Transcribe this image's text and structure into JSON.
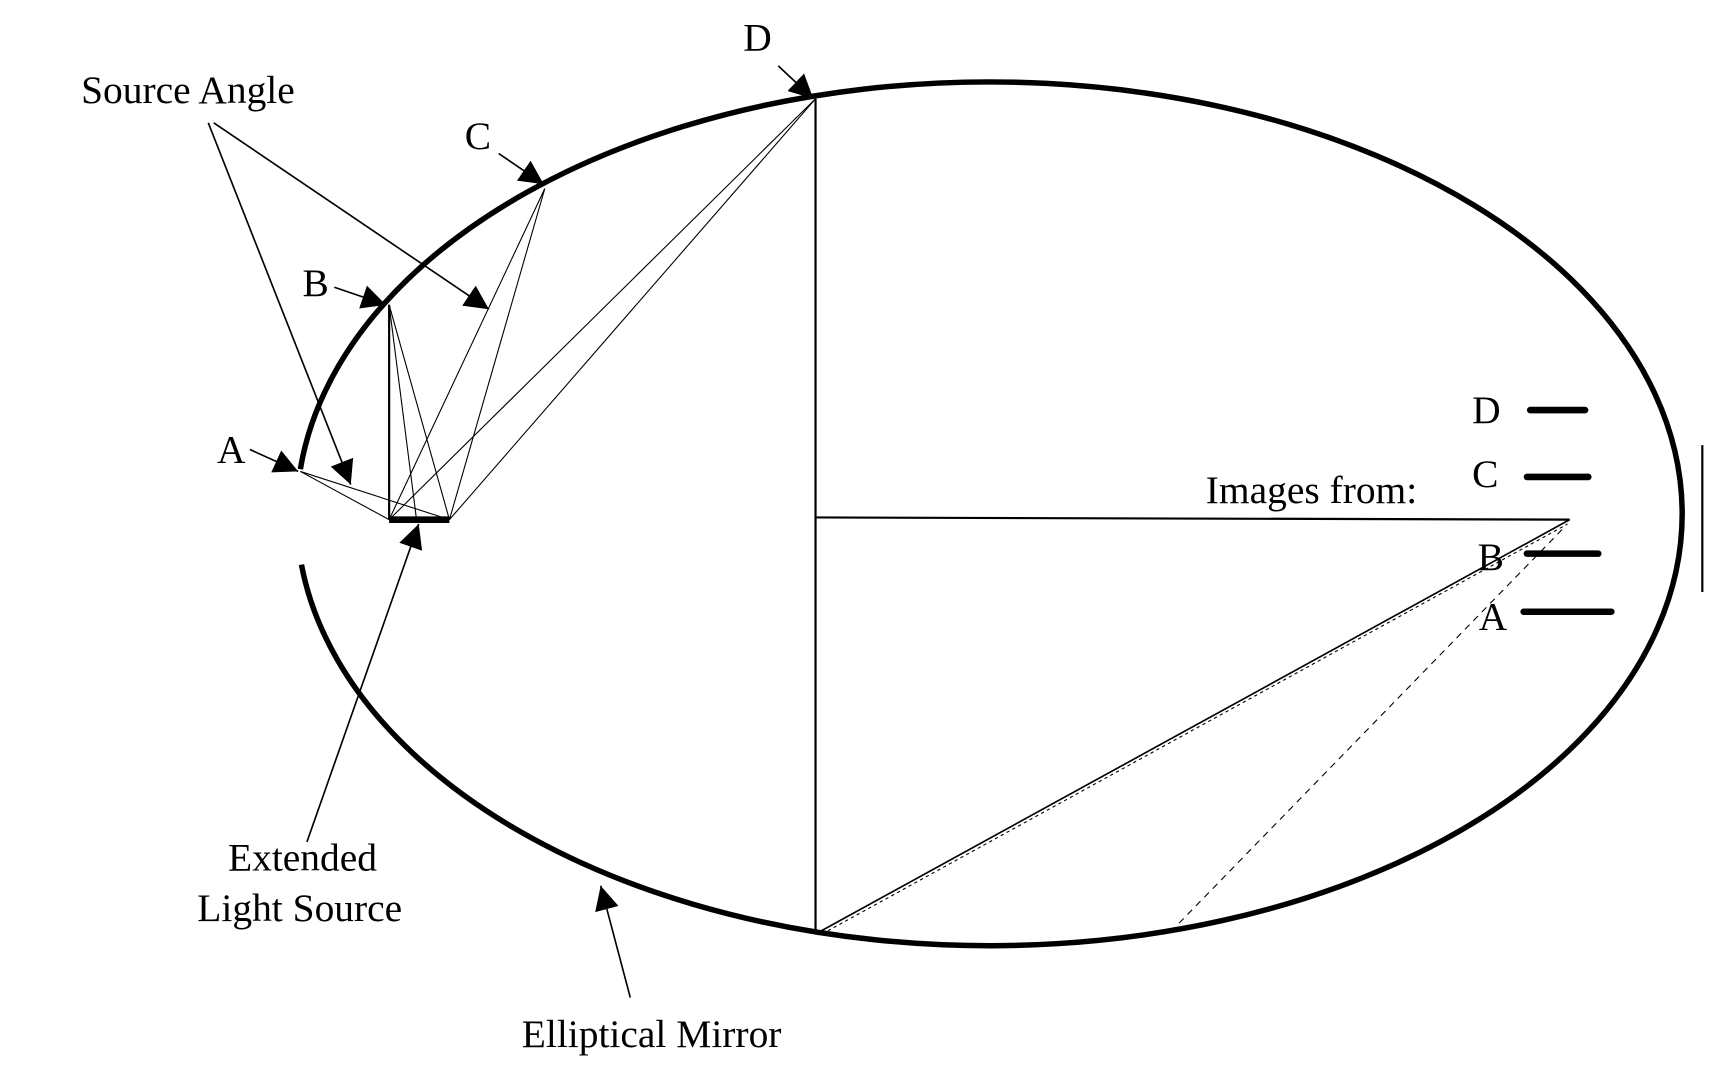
{
  "labels": {
    "source_angle": "Source Angle",
    "extended_light_source_line1": "Extended",
    "extended_light_source_line2": "Light Source",
    "elliptical_mirror": "Elliptical Mirror",
    "images_from": "Images from:",
    "points": [
      "A",
      "B",
      "C",
      "D"
    ],
    "images": [
      "D",
      "C",
      "B",
      "A"
    ]
  },
  "colors": {
    "ink": "#000000",
    "background": "#ffffff"
  }
}
